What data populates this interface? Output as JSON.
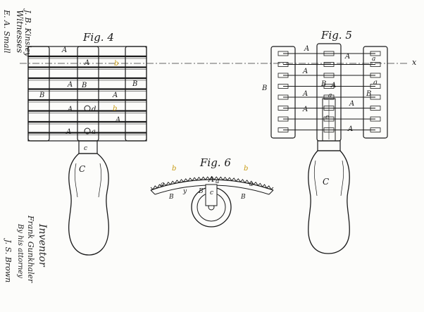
{
  "figures": {
    "fig4": "Fig. 4",
    "fig5": "Fig. 5",
    "fig6": "Fig. 6"
  },
  "labels": {
    "A": "A",
    "B": "B",
    "C": "C",
    "a": "a",
    "b": "b",
    "c": "c",
    "x": "x",
    "y": "y"
  },
  "witnesses": {
    "title": "Witnesses",
    "name1": "J. B. Kinsley",
    "name2": "E. A. Small"
  },
  "inventor": {
    "title": "Inventor",
    "name": "Frank Gunkhaler",
    "by_line": "By his attorney",
    "attorney": "J. S. Brown"
  },
  "colors": {
    "ink": "#1a1a1a",
    "paper": "#fcfcfa",
    "highlight": "#e8b830"
  }
}
